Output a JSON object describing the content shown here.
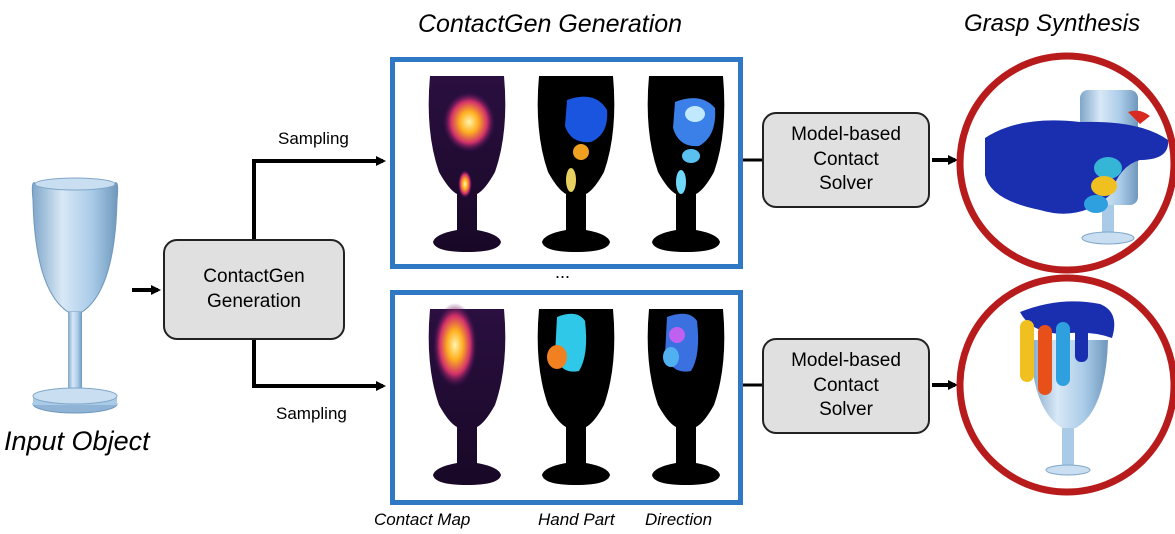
{
  "titles": {
    "generation": "ContactGen Generation",
    "synthesis": "Grasp Synthesis"
  },
  "input_label": "Input Object",
  "generation_box": {
    "line1": "ContactGen",
    "line2": "Generation"
  },
  "sampling_label": "Sampling",
  "ellipsis": "...",
  "solver_box": {
    "line1": "Model-based",
    "line2": "Contact",
    "line3": "Solver"
  },
  "column_labels": [
    "Contact Map",
    "Hand Part",
    "Direction"
  ],
  "colors": {
    "panel_border": "#2e78c4",
    "circle_border": "#b81b1b",
    "box_fill": "#e0e0e0",
    "glass_fill": "#a9cbe8",
    "hand_blue": "#1a2fb0"
  }
}
